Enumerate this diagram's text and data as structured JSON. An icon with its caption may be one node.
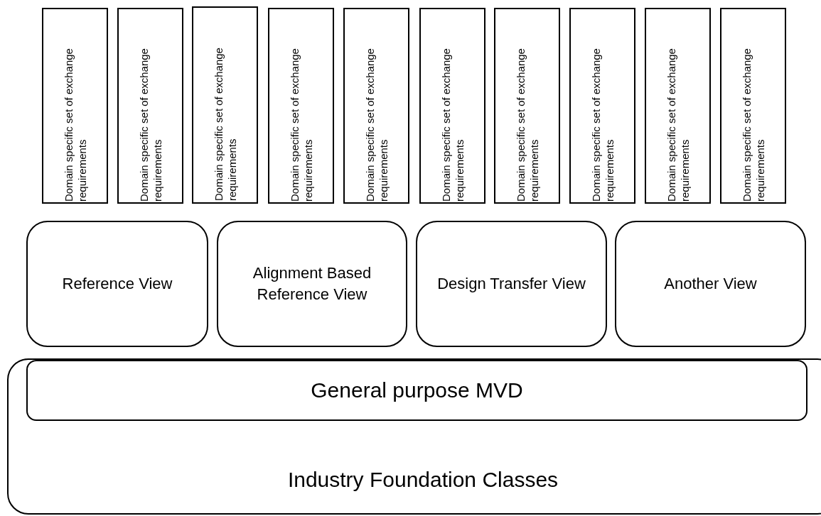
{
  "diagram": {
    "nodes": [
      {
        "text": [
          "Domain specific set of exchange requirements"
        ]
      },
      {
        "text": [
          "Domain specific set of exchange requirements"
        ]
      },
      {
        "text": [
          "Domain specific set of exchange requirements"
        ]
      },
      {
        "text": [
          "Domain specific set of exchange requirements"
        ]
      },
      {
        "text": [
          "Domain specific set of exchange requirements"
        ]
      },
      {
        "text": [
          "Domain specific set of exchange requirements"
        ]
      },
      {
        "text": [
          "Domain specific set of exchange requirements"
        ]
      },
      {
        "text": [
          "Domain specific set of exchange requirements"
        ]
      },
      {
        "text": [
          "Domain specific set of exchange requirements"
        ]
      },
      {
        "text": [
          "Domain specific set of exchange requirements"
        ]
      },
      {
        "text": [
          "Reference View"
        ]
      },
      {
        "text": [
          "Alignment Based Reference View"
        ]
      },
      {
        "text": [
          "Design Transfer View"
        ]
      },
      {
        "text": [
          "Another View"
        ]
      },
      {
        "text": [
          "Industry Foundation Classes"
        ]
      },
      {
        "text": [
          "General purpose MVD"
        ],
        "in": 14
      }
    ]
  }
}
